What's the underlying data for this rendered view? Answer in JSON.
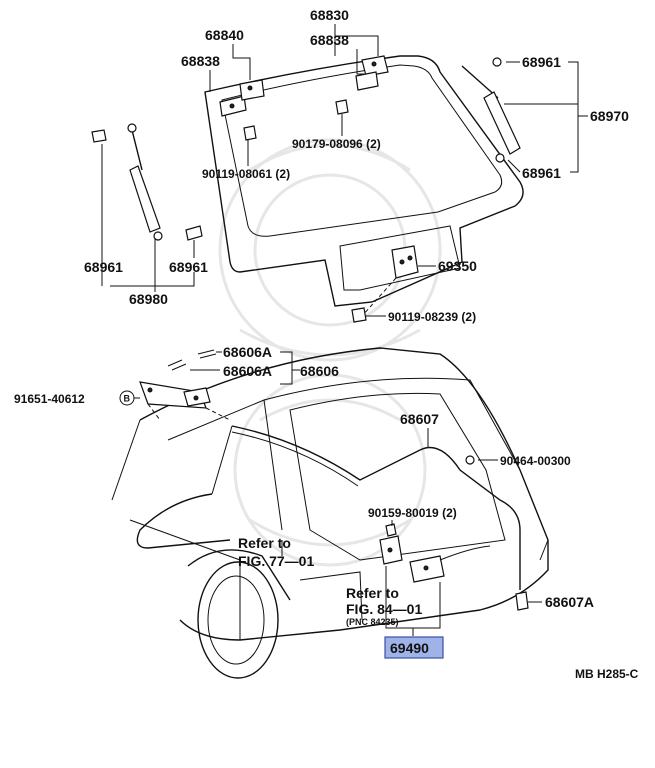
{
  "labels": {
    "p68830": "68830",
    "p68840": "68840",
    "p68838_a": "68838",
    "p68838_b": "68838",
    "p68961_tr": "68961",
    "p68970": "68970",
    "p68961_br": "68961",
    "p90179": "90179-08096 (2)",
    "p90119_a": "90119-08061 (2)",
    "p68961_l1": "68961",
    "p68961_l2": "68961",
    "p68980": "68980",
    "p69350": "69350",
    "p90119_b": "90119-08239 (2)",
    "p68606A_1": "68606A",
    "p68606A_2": "68606A",
    "p68606": "68606",
    "p91651": "91651-40612",
    "circleB": "B",
    "p68607": "68607",
    "p90464": "90464-00300",
    "p90159": "90159-80019 (2)",
    "ref77_1": "Refer to",
    "ref77_2": "FIG. 77—01",
    "ref84_1": "Refer to",
    "ref84_2": "FIG. 84—01",
    "ref84_3": "(PNC 84235)",
    "p69490": "69490",
    "p68607A": "68607A",
    "code": "MB H285-C"
  },
  "colors": {
    "highlight_fill": "#9fb3e8",
    "highlight_stroke": "#3a4fa0"
  }
}
